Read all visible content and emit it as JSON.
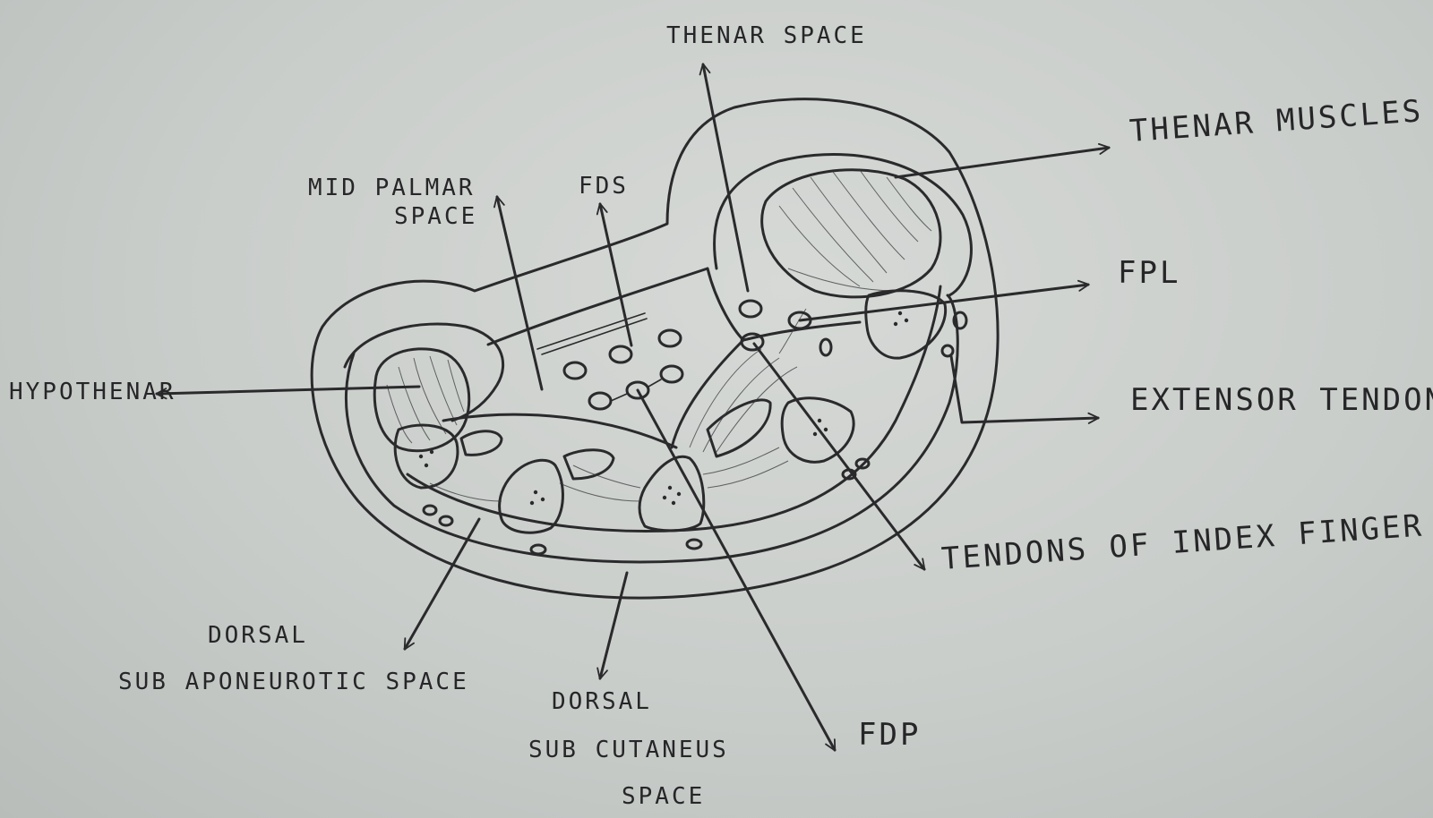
{
  "labels": {
    "thenar_space": "THENAR SPACE",
    "thenar_muscles": "THENAR MUSCLES",
    "mid_palmar_space": [
      "MID PALMAR",
      "SPACE"
    ],
    "fds": "FDS",
    "fpl": "FPL",
    "hypothenar": "HYPOTHENAR",
    "extensor_tendons": "EXTENSOR TENDONS",
    "tendons_index_finger": "TENDONS OF INDEX FINGER",
    "dorsal_subaponeurotic_space": [
      "DORSAL",
      "SUB APONEUROTIC SPACE"
    ],
    "dorsal_subcutaneous_space": [
      "DORSAL",
      "SUB CUTANEUS",
      "SPACE"
    ],
    "fdp": "FDP"
  },
  "colors": {
    "paper": "#c9cdca",
    "ink": "#2a2a2c"
  }
}
